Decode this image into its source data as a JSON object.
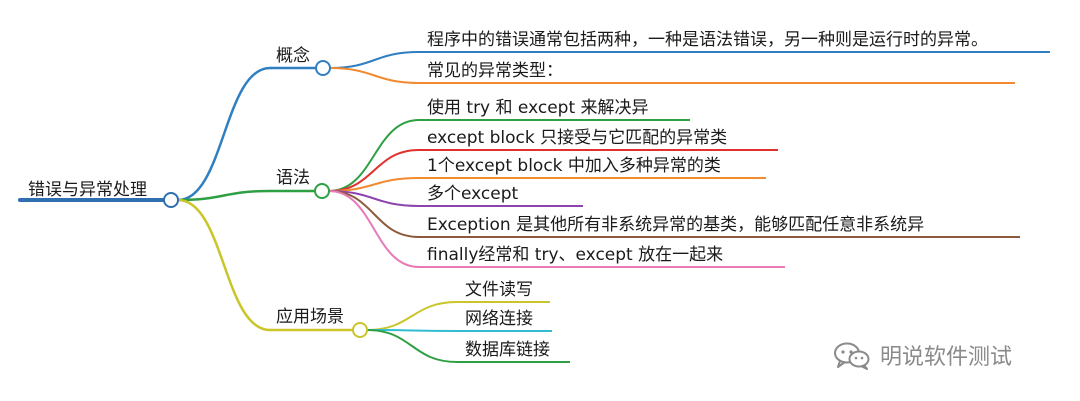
{
  "mindmap": {
    "root": {
      "label": "错误与异常处理"
    },
    "branches": [
      {
        "id": "concept",
        "label": "概念",
        "color": "#2f7fc1",
        "children": [
          {
            "label": "程序中的错误通常包括两种，一种是语法错误，另一种则是运行时的异常。",
            "color": "#2f7fc1"
          },
          {
            "label": "常见的异常类型：",
            "color": "#f28a30"
          }
        ]
      },
      {
        "id": "syntax",
        "label": "语法",
        "color": "#2ea043",
        "children": [
          {
            "label": "使用 try 和 except 来解决异",
            "color": "#2ea043"
          },
          {
            "label": "except block 只接受与它匹配的异常类",
            "color": "#e0312f"
          },
          {
            "label": "1个except block 中加入多种异常的类",
            "color": "#f28a30"
          },
          {
            "label": "多个except",
            "color": "#8e44ad"
          },
          {
            "label": "Exception 是其他所有非系统异常的基类，能够匹配任意非系统异",
            "color": "#8b5a3c"
          },
          {
            "label": "finally经常和 try、except 放在一起来",
            "color": "#e87ab8"
          }
        ]
      },
      {
        "id": "scenarios",
        "label": "应用场景",
        "color": "#c9c52a",
        "children": [
          {
            "label": "文件读写",
            "color": "#c9c52a"
          },
          {
            "label": "网络连接",
            "color": "#33bcd1"
          },
          {
            "label": "数据库链接",
            "color": "#2ea043"
          }
        ]
      }
    ]
  },
  "watermark": {
    "text": "明说软件测试",
    "icon": "wechat-icon"
  }
}
